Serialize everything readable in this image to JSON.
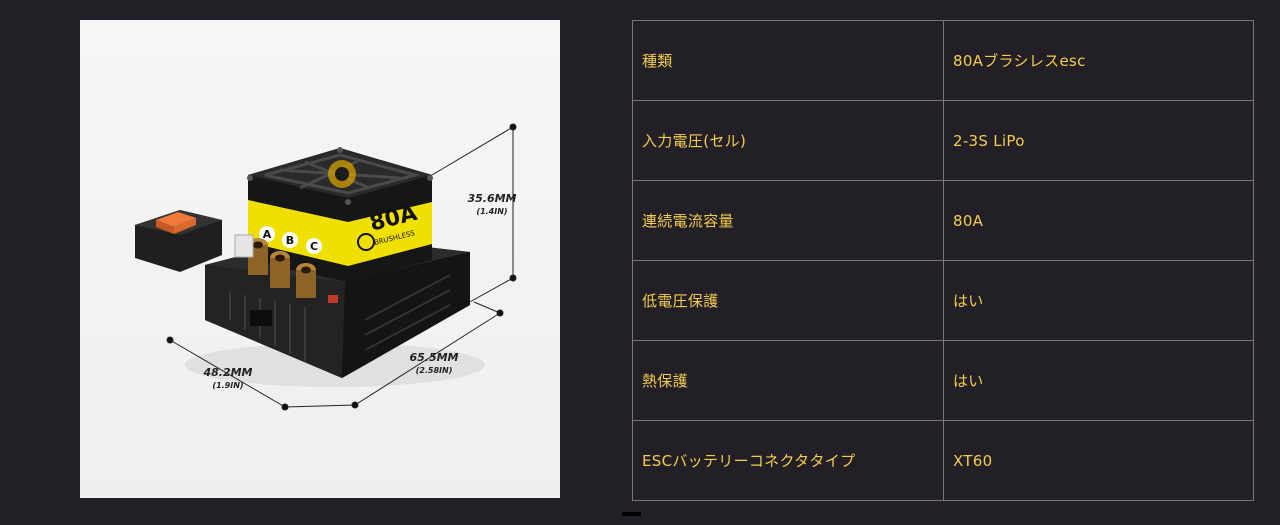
{
  "product_image": {
    "dimensions": {
      "height_mm": "35.6MM",
      "height_in": "(1.4IN)",
      "depth_mm": "48.2MM",
      "depth_in": "(1.9IN)",
      "width_mm": "65.5MM",
      "width_in": "(2.58IN)"
    },
    "colors": {
      "body": "#1c1c1c",
      "accent_yellow": "#f0e000",
      "button_orange": "#f07a3a",
      "connector_gold": "#b8863b"
    }
  },
  "spec_table": {
    "rows": [
      {
        "key": "種類",
        "value": "80Aブラシレスesc"
      },
      {
        "key": "入力電圧(セル)",
        "value": "2-3S LiPo"
      },
      {
        "key": "連続電流容量",
        "value": "80A"
      },
      {
        "key": "低電圧保護",
        "value": "はい"
      },
      {
        "key": "熱保護",
        "value": "はい"
      },
      {
        "key": "ESCバッテリーコネクタタイプ",
        "value": "XT60"
      }
    ],
    "text_color": "#f3cd4e",
    "border_color": "#7b7580"
  },
  "page": {
    "background": "#231f26"
  }
}
